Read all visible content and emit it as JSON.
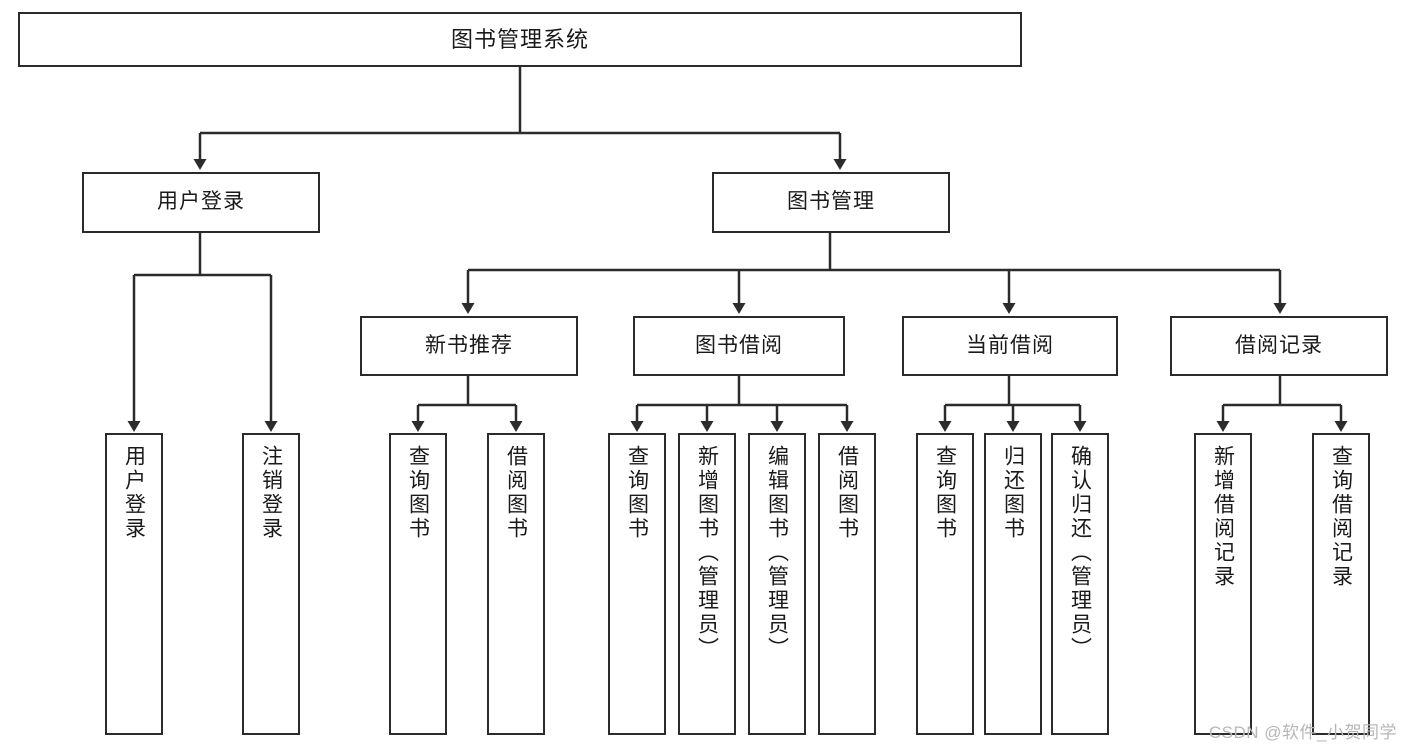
{
  "diagram": {
    "title": "图书管理系统",
    "type": "hierarchy-tree",
    "watermark": "CSDN @软件_小贺同学",
    "colors": {
      "background": "#ffffff",
      "border": "#2b2b2b",
      "text": "#1a1a1a",
      "edge": "#2b2b2b",
      "watermark": "#b7b7b7"
    },
    "nodes": {
      "root": {
        "label": "图书管理系统"
      },
      "level2": [
        {
          "id": "user-login",
          "label": "用户登录"
        },
        {
          "id": "book-manage",
          "label": "图书管理"
        }
      ],
      "level3": [
        {
          "id": "new-book-recommend",
          "label": "新书推荐"
        },
        {
          "id": "book-borrow",
          "label": "图书借阅"
        },
        {
          "id": "current-borrow",
          "label": "当前借阅"
        },
        {
          "id": "borrow-record",
          "label": "借阅记录"
        }
      ],
      "leaves": {
        "user-login": [
          {
            "id": "leaf-user-login",
            "label": "用户登录"
          },
          {
            "id": "leaf-logout",
            "label": "注销登录"
          }
        ],
        "new-book-recommend": [
          {
            "id": "leaf-query-book-1",
            "label": "查询图书"
          },
          {
            "id": "leaf-borrow-book-1",
            "label": "借阅图书"
          }
        ],
        "book-borrow": [
          {
            "id": "leaf-query-book-2",
            "label": "查询图书"
          },
          {
            "id": "leaf-add-book",
            "label": "新增图书（管理员）"
          },
          {
            "id": "leaf-edit-book",
            "label": "编辑图书（管理员）"
          },
          {
            "id": "leaf-borrow-book-2",
            "label": "借阅图书"
          }
        ],
        "current-borrow": [
          {
            "id": "leaf-query-book-3",
            "label": "查询图书"
          },
          {
            "id": "leaf-return-book",
            "label": "归还图书"
          },
          {
            "id": "leaf-confirm-return",
            "label": "确认归还（管理员）"
          }
        ],
        "borrow-record": [
          {
            "id": "leaf-add-record",
            "label": "新增借阅记录"
          },
          {
            "id": "leaf-query-record",
            "label": "查询借阅记录"
          }
        ]
      }
    }
  }
}
